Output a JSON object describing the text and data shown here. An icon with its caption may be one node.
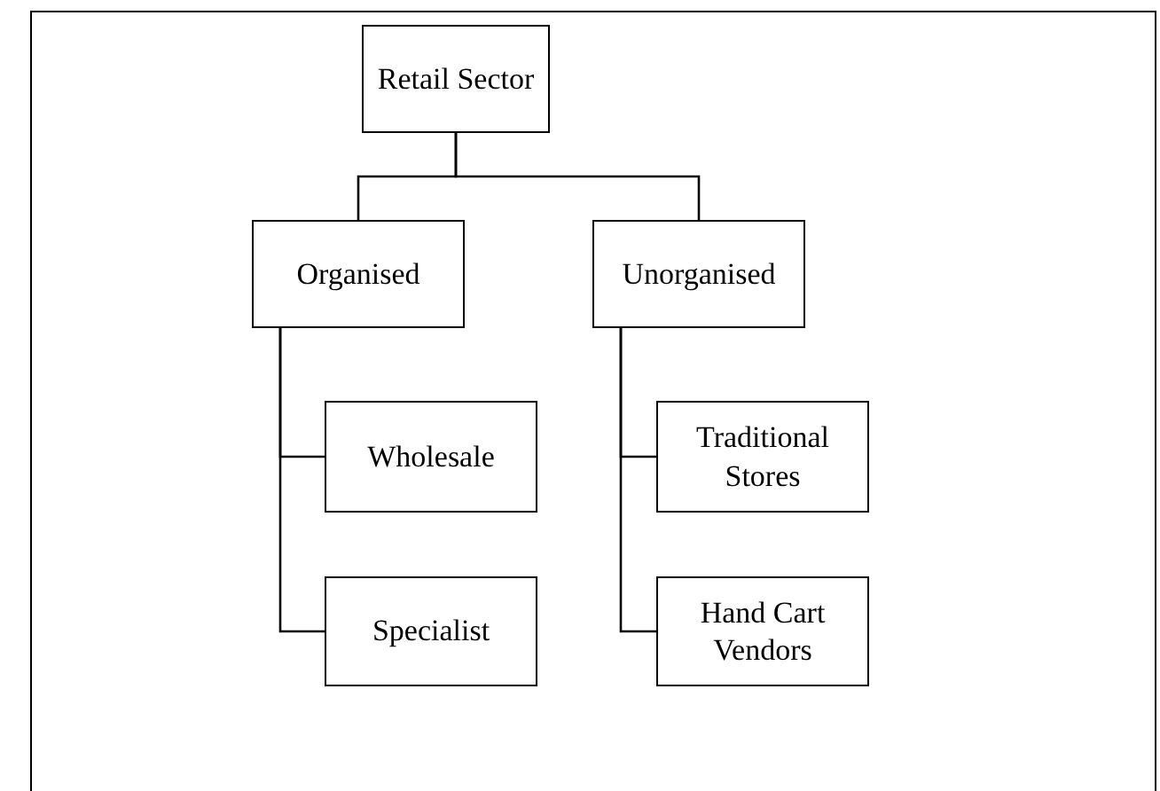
{
  "diagram": {
    "nodes": [
      {
        "text": [
          "Retail Sector"
        ]
      },
      {
        "text": [
          "Organised"
        ]
      },
      {
        "text": [
          "Unorganised"
        ]
      },
      {
        "text": [
          "Wholesale"
        ]
      },
      {
        "text": [
          "Specialist"
        ]
      },
      {
        "text": [
          "Traditional Stores"
        ]
      },
      {
        "text": [
          "Hand Cart Vendors"
        ]
      }
    ],
    "edges": [
      {
        "from": 0,
        "to": 1,
        "arrow": "none"
      },
      {
        "from": 0,
        "to": 2,
        "arrow": "none"
      },
      {
        "from": 1,
        "to": 3,
        "arrow": "none"
      },
      {
        "from": 1,
        "to": 4,
        "arrow": "none"
      },
      {
        "from": 2,
        "to": 5,
        "arrow": "none"
      },
      {
        "from": 2,
        "to": 6,
        "arrow": "none"
      }
    ]
  }
}
